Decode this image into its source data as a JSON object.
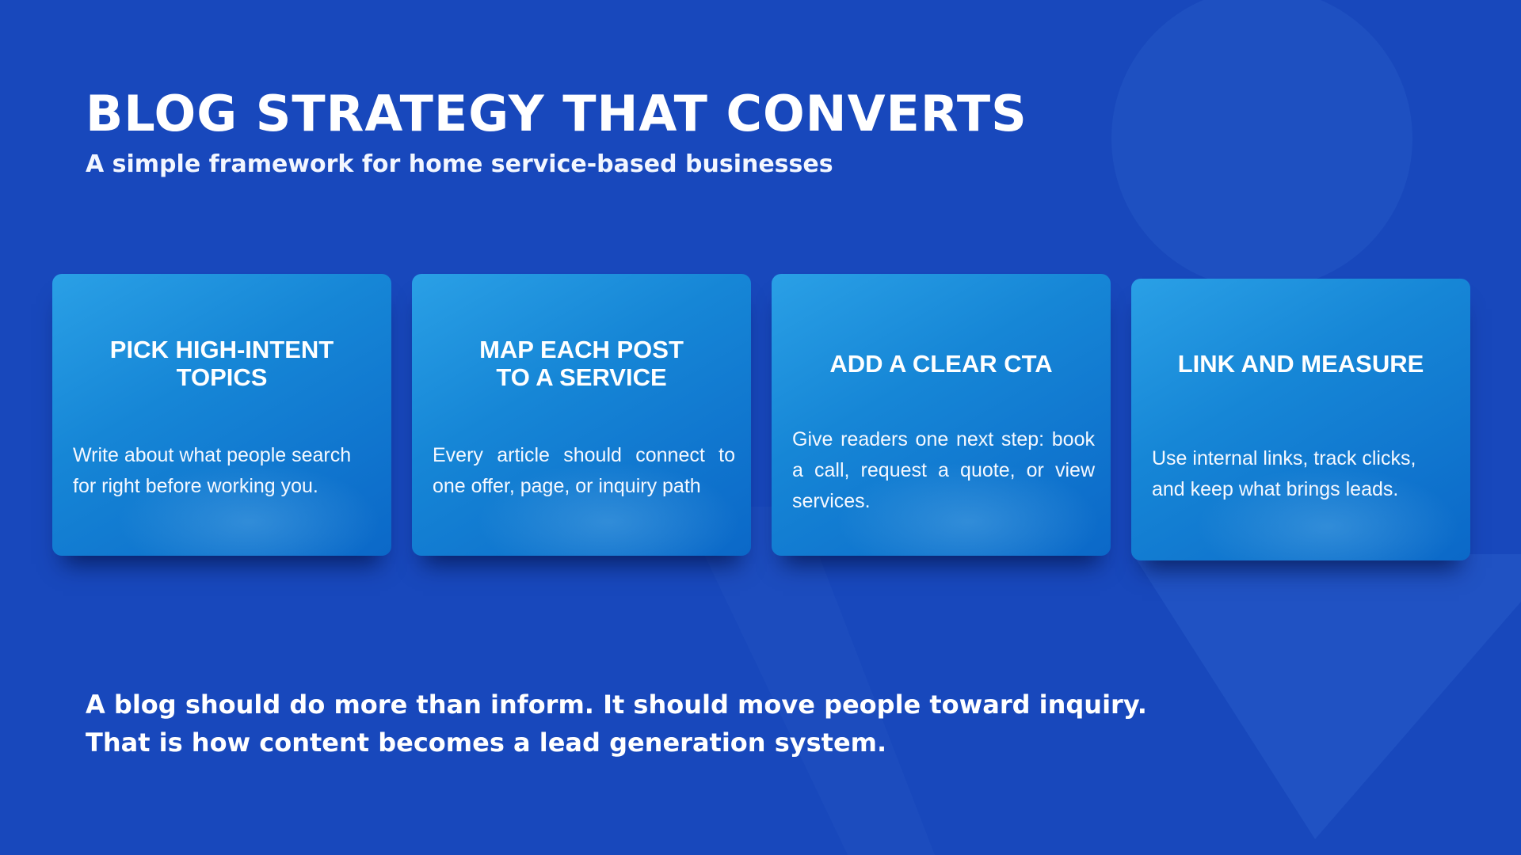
{
  "slide": {
    "title": "BLOG STRATEGY THAT CONVERTS",
    "subtitle": "A simple framework for home service-based businesses"
  },
  "cards": [
    {
      "title_lines": [
        "PICK HIGH-INTENT",
        "TOPICS"
      ],
      "text": "Write about what people search for right before working you."
    },
    {
      "title_lines": [
        "MAP EACH POST",
        "TO A SERVICE"
      ],
      "text": "Every article should connect to one offer, page, or inquiry path"
    },
    {
      "title_lines": [
        "ADD A CLEAR CTA"
      ],
      "text": "Give readers one next step: book a call, request a quote, or view services."
    },
    {
      "title_lines": [
        "LINK AND MEASURE"
      ],
      "text": "Use internal links, track clicks, and keep what brings leads."
    }
  ],
  "footer": {
    "lines": [
      "A blog should do more than inform. It should move people toward inquiry.",
      "That is how content becomes a lead generation system."
    ]
  },
  "colors": {
    "background": "#1848bc",
    "card_light": "#2aa0e6",
    "card_dark": "#0b68c8",
    "text": "#ffffff"
  }
}
